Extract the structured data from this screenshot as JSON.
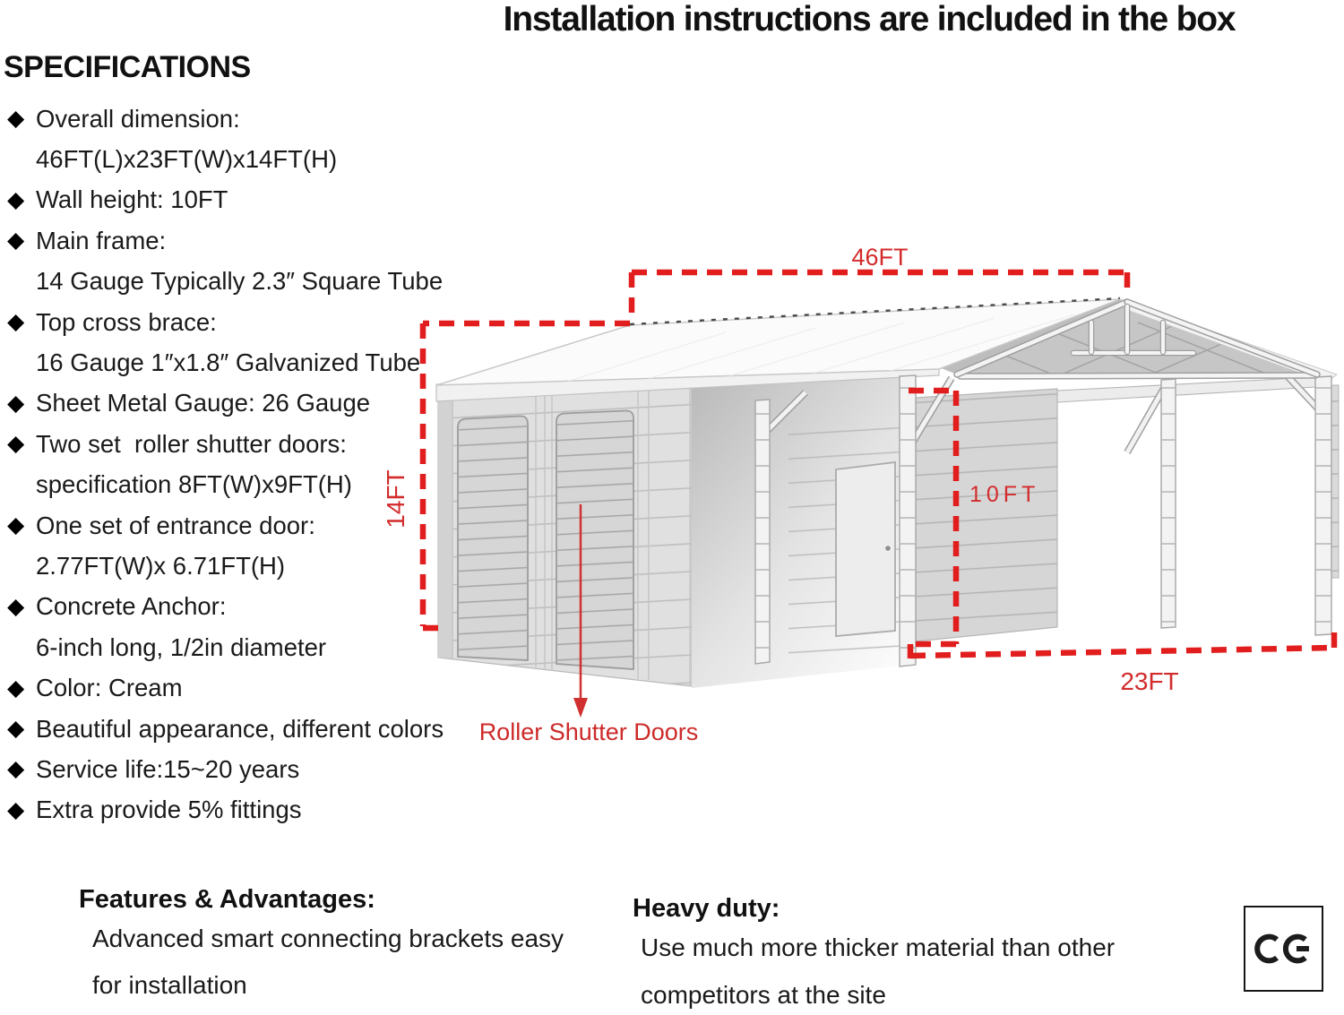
{
  "title": "Installation instructions are included in the box",
  "specifications": {
    "heading": "SPECIFICATIONS",
    "bullet": "◆",
    "items": [
      {
        "b": true,
        "t": "Overall dimension:"
      },
      {
        "b": false,
        "t": "46FT(L)x23FT(W)x14FT(H)"
      },
      {
        "b": true,
        "t": "Wall height: 10FT"
      },
      {
        "b": true,
        "t": "Main frame:"
      },
      {
        "b": false,
        "t": "14 Gauge Typically 2.3″ Square Tube"
      },
      {
        "b": true,
        "t": "Top cross brace:"
      },
      {
        "b": false,
        "t": "16 Gauge 1″x1.8″ Galvanized Tube"
      },
      {
        "b": true,
        "t": "Sheet Metal Gauge: 26 Gauge"
      },
      {
        "b": true,
        "t": "Two set  roller shutter doors:"
      },
      {
        "b": false,
        "t": "specification 8FT(W)x9FT(H)"
      },
      {
        "b": true,
        "t": "One set of entrance door:"
      },
      {
        "b": false,
        "t": "2.77FT(W)x 6.71FT(H)"
      },
      {
        "b": true,
        "t": "Concrete Anchor:"
      },
      {
        "b": false,
        "t": "6-inch long, 1/2in diameter"
      },
      {
        "b": true,
        "t": "Color: Cream"
      },
      {
        "b": true,
        "t": "Beautiful appearance, different colors"
      },
      {
        "b": true,
        "t": "Service life:15~20 years"
      },
      {
        "b": true,
        "t": "Extra provide 5% fittings"
      }
    ]
  },
  "diagram": {
    "dim_length": "46FT",
    "dim_total_height": "14FT",
    "dim_wall_height": "10FT",
    "dim_width": "23FT",
    "callout_label": "Roller Shutter Doors",
    "dash_color": "#e11d1d",
    "label_color": "#d32b2b"
  },
  "features": {
    "heading": "Features & Advantages:",
    "line1": "Advanced smart connecting brackets easy",
    "line2": "for installation"
  },
  "heavy_duty": {
    "heading": "Heavy duty:",
    "line1": "Use much more thicker material than other",
    "line2": "competitors at the site"
  },
  "ce": {
    "label": "CE"
  }
}
